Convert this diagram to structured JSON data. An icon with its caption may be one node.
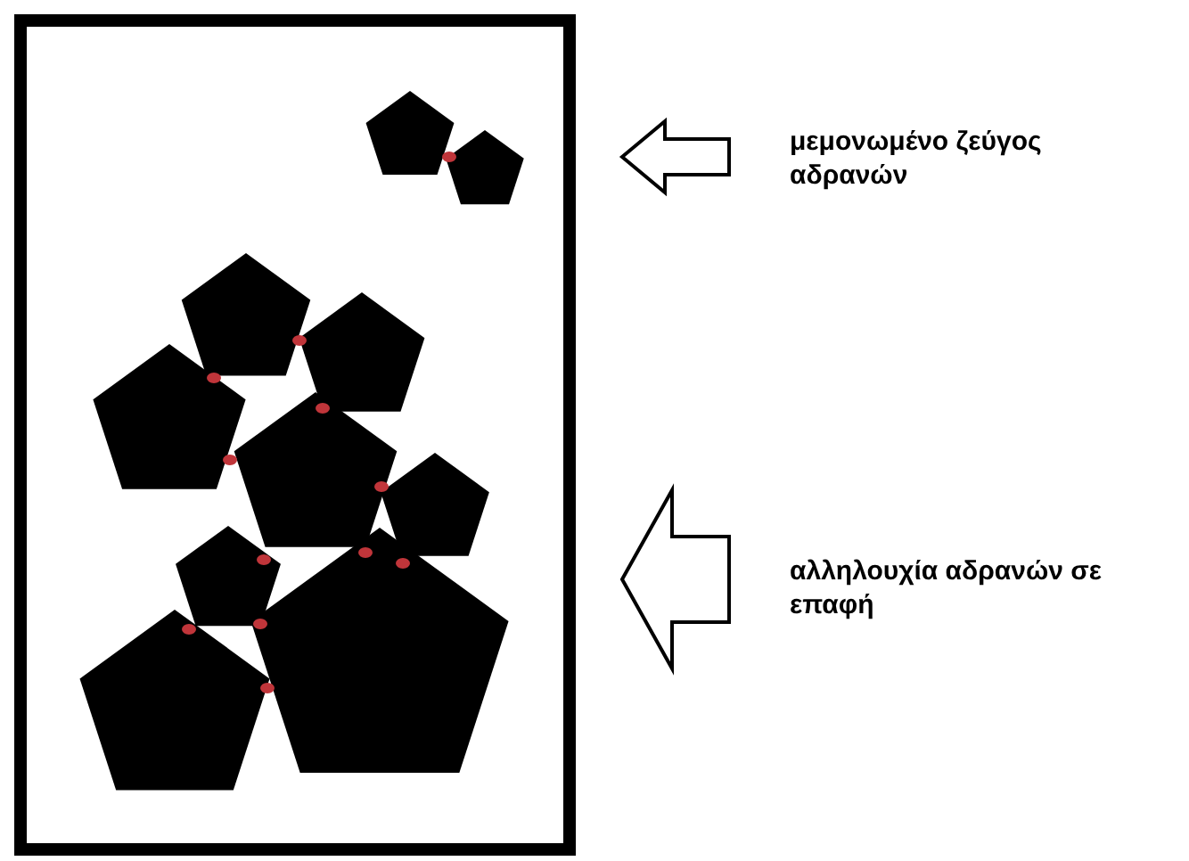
{
  "diagram": {
    "nodes": [
      {
        "text": [],
        "shape": "box"
      },
      {
        "text": [
          "μεμονωμένο ζεύγος αδρανών"
        ]
      },
      {
        "text": [
          "αλληλουχία αδρανών σε επαφή"
        ]
      }
    ],
    "edges": [
      {
        "from": 1,
        "to": 0,
        "arrow": "to"
      },
      {
        "from": 2,
        "to": 0,
        "arrow": "to"
      }
    ]
  }
}
